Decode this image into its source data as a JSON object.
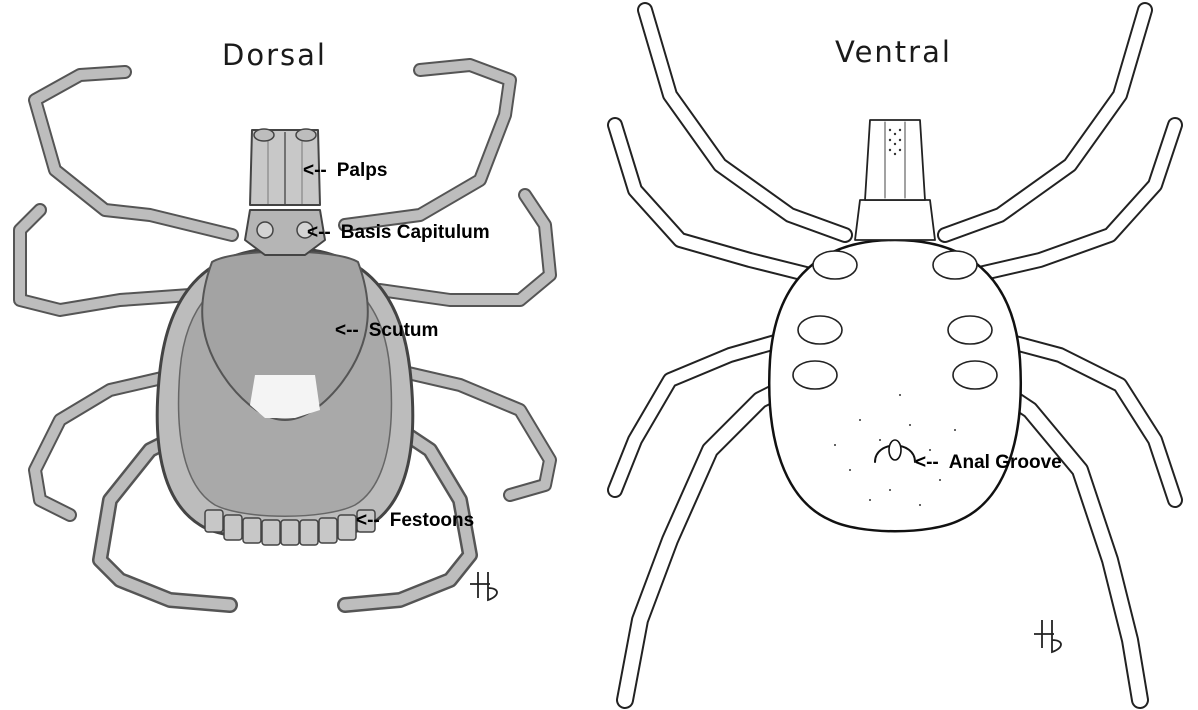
{
  "dorsal": {
    "title": "Dorsal",
    "labels": {
      "palps": "Palps",
      "basis_capitulum": "Basis Capitulum",
      "scutum": "Scutum",
      "festoons": "Festoons"
    },
    "signature": "HB"
  },
  "ventral": {
    "title": "Ventral",
    "labels": {
      "anal_groove": "Anal Groove"
    },
    "signature": "HB"
  },
  "arrow_glyph": "<--"
}
